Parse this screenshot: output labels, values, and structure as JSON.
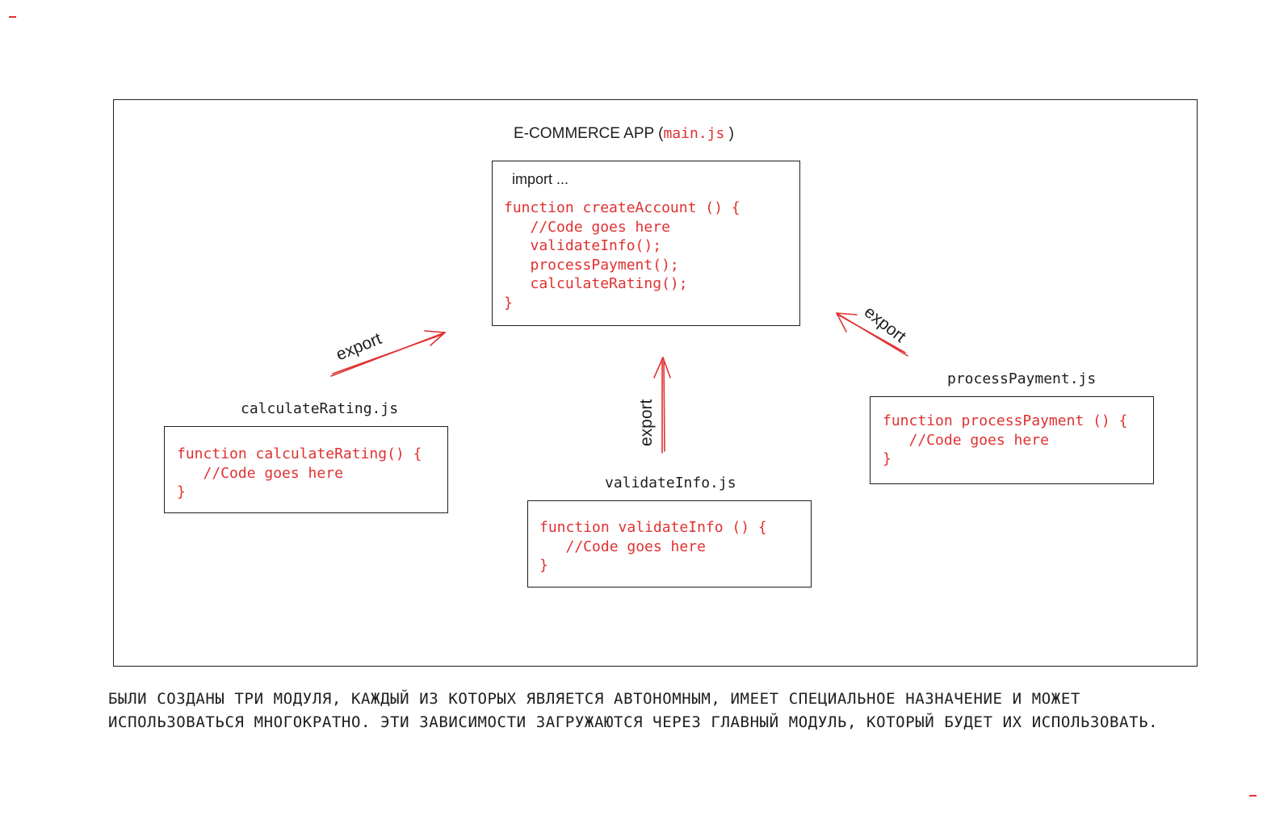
{
  "main_module": {
    "title_prefix": "E-COMMERCE APP",
    "title_open": "(",
    "title_file": "main.js",
    "title_close": ")",
    "import_text": "import ...",
    "code": "function createAccount () {\n   //Code goes here\n   validateInfo();\n   processPayment();\n   calculateRating();\n}"
  },
  "modules": {
    "calculate_rating": {
      "file": "calculateRating.js",
      "code": "function calculateRating() {\n   //Code goes here\n}"
    },
    "validate_info": {
      "file": "validateInfo.js",
      "code": "function validateInfo () {\n   //Code goes here\n}"
    },
    "process_payment": {
      "file": "processPayment.js",
      "code": "function processPayment () {\n   //Code goes here\n}"
    }
  },
  "arrows": {
    "left_label": "export",
    "middle_label": "export",
    "right_label": "export"
  },
  "caption": {
    "line1": "БЫЛИ СОЗДАНЫ ТРИ МОДУЛЯ, КАЖДЫЙ ИЗ КОТОРЫХ ЯВЛЯЕТСЯ АВТОНОМНЫМ, ИМЕЕТ СПЕЦИАЛЬНОЕ НАЗНАЧЕНИЕ И МОЖЕТ",
    "line2": "ИСПОЛЬЗОВАТЬСЯ МНОГОКРАТНО. ЭТИ ЗАВИСИМОСТИ ЗАГРУЖАЮТСЯ ЧЕРЕЗ ГЛАВНЫЙ МОДУЛЬ, КОТОРЫЙ БУДЕТ ИХ ИСПОЛЬЗОВАТЬ."
  },
  "colors": {
    "accent": "#e03131",
    "ink": "#1e1e1e",
    "background": "#ffffff"
  }
}
